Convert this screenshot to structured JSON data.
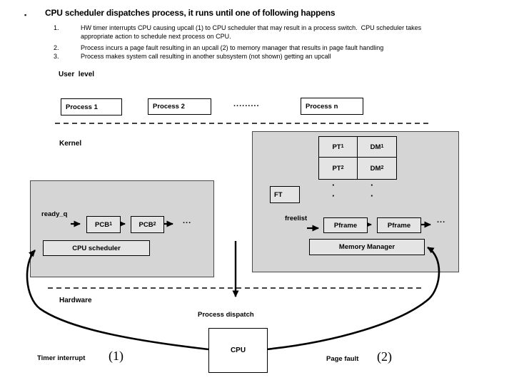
{
  "colors": {
    "background": "#ffffff",
    "panel_gray": "#d5d5d5",
    "inner_box_gray": "#e4e4e4",
    "line_black": "#000000",
    "text": "#000000"
  },
  "header": {
    "bullet": "▪",
    "title": "CPU scheduler dispatches process, it runs until one of following happens",
    "items": [
      {
        "num": "1.",
        "text": "HW timer interrupts CPU causing upcall (1) to CPU scheduler that may result in a process switch.  CPU scheduler takes appropriate action to schedule next process on CPU."
      },
      {
        "num": "2.",
        "text": "Process incurs a page fault resulting in an upcall (2) to memory manager that results in page fault handling"
      },
      {
        "num": "3.",
        "text": "Process makes system call resulting in another subsystem (not shown) getting an upcall"
      }
    ]
  },
  "layers": {
    "user_level": "User  level",
    "kernel": "Kernel",
    "hardware": "Hardware"
  },
  "user_row": {
    "process1": "Process 1",
    "process2": "Process 2",
    "ellipsis": ".........",
    "processn": "Process n"
  },
  "scheduler_panel": {
    "ready_q": "ready_q",
    "pcb1": {
      "base": "PCB",
      "sub": "1"
    },
    "pcb2": {
      "base": "PCB",
      "sub": "2"
    },
    "ellipsis": "...",
    "cpu_scheduler": "CPU scheduler"
  },
  "memory_panel": {
    "pt1": {
      "base": "PT",
      "sub": "1"
    },
    "dm1": {
      "base": "DM",
      "sub": "1"
    },
    "pt2": {
      "base": "PT",
      "sub": "2"
    },
    "dm2": {
      "base": "DM",
      "sub": "2"
    },
    "col_dots": [
      "·",
      "·",
      "·",
      "·"
    ],
    "ft": "FT",
    "freelist": "freelist",
    "pframe1": "Pframe",
    "pframe2": "Pframe",
    "ellipsis": "...",
    "memory_manager": "Memory Manager"
  },
  "bottom": {
    "process_dispatch": "Process dispatch",
    "cpu": "CPU",
    "timer_interrupt": "Timer interrupt",
    "timer_upcall_number": "(1)",
    "page_fault": "Page fault",
    "page_fault_upcall_number": "(2)"
  }
}
